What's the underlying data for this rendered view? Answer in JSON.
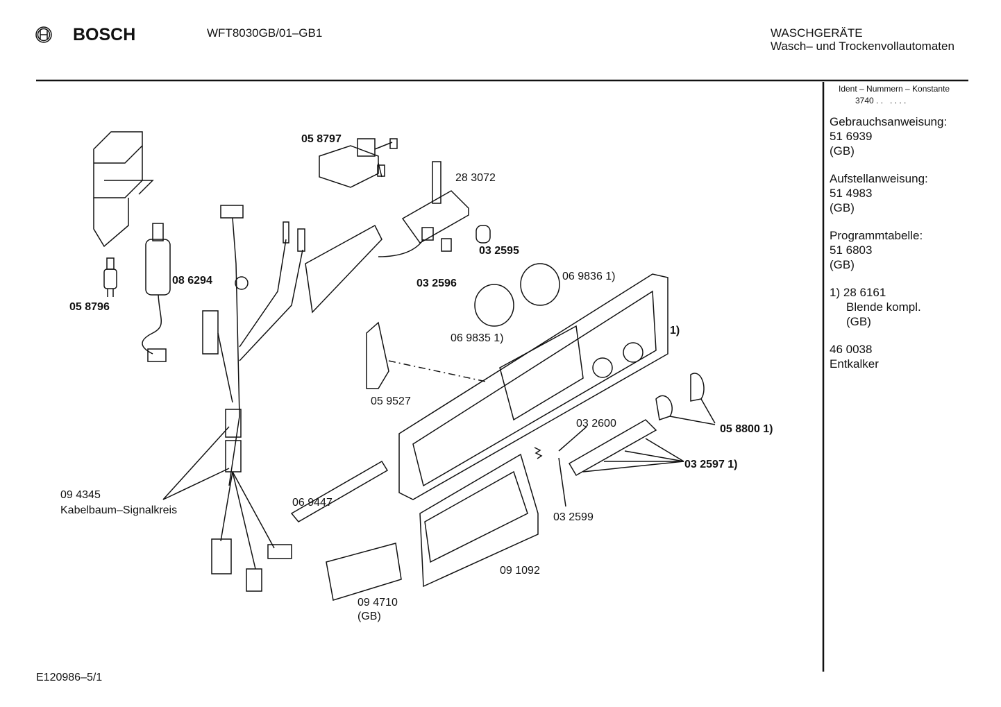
{
  "header": {
    "brand": "BOSCH",
    "model": "WFT8030GB/01–GB1",
    "category": "WASCHGERÄTE",
    "subcategory": "Wasch– und Trockenvollautomaten"
  },
  "sidebar": {
    "ident_title": "Ident – Nummern – Konstante",
    "ident_value": "3740 . .   . . . .",
    "sections": [
      {
        "title": "Gebrauchsanweisung:",
        "number": "51 6939",
        "note": "(GB)"
      },
      {
        "title": "Aufstellanweisung:",
        "number": "51 4983",
        "note": "(GB)"
      },
      {
        "title": "Programmtabelle:",
        "number": "51 6803",
        "note": "(GB)"
      }
    ],
    "footnote": {
      "marker": "1)",
      "number": "28 6161",
      "desc": "Blende kompl.",
      "note": "(GB)"
    },
    "extra": {
      "number": "46 0038",
      "desc": "Entkalker"
    }
  },
  "parts": [
    {
      "id": "05 8797"
    },
    {
      "id": "28 3072"
    },
    {
      "id": "03 2595"
    },
    {
      "id": "03 2596"
    },
    {
      "id": "08 6294"
    },
    {
      "id": "05 8796"
    },
    {
      "id": "06 9836 1)"
    },
    {
      "id": "06 9835 1)"
    },
    {
      "id": "1)"
    },
    {
      "id": "05 9527"
    },
    {
      "id": "03 2600"
    },
    {
      "id": "05 8800 1)"
    },
    {
      "id": "03 2597 1)"
    },
    {
      "id": "09 4345",
      "desc": "Kabelbaum–Signalkreis"
    },
    {
      "id": "06 9447"
    },
    {
      "id": "03 2599"
    },
    {
      "id": "09 1092"
    },
    {
      "id": "09 4710",
      "desc": "(GB)"
    }
  ],
  "footer": {
    "code": "E120986–5/1"
  }
}
